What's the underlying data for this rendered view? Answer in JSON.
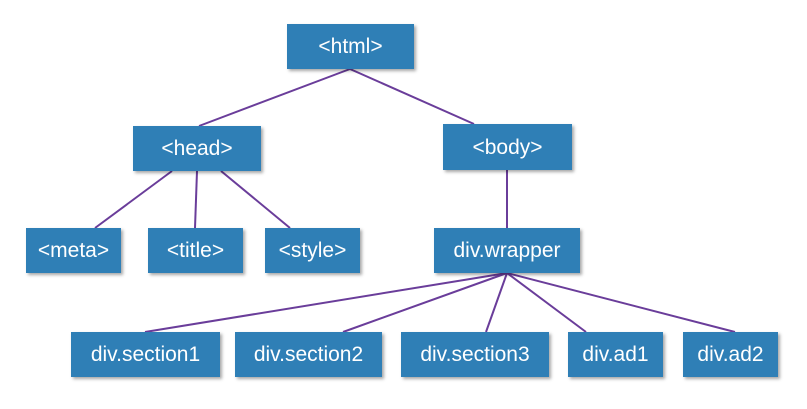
{
  "colors": {
    "node_fill": "#2f7fb6",
    "node_text": "#ffffff",
    "edge": "#6a3d9a"
  },
  "nodes": {
    "html": "<html>",
    "head": "<head>",
    "body": "<body>",
    "meta": "<meta>",
    "title": "<title>",
    "style": "<style>",
    "wrapper": "div.wrapper",
    "section1": "div.section1",
    "section2": "div.section2",
    "section3": "div.section3",
    "ad1": "div.ad1",
    "ad2": "div.ad2"
  },
  "edges": [
    [
      "html",
      "head"
    ],
    [
      "html",
      "body"
    ],
    [
      "head",
      "meta"
    ],
    [
      "head",
      "title"
    ],
    [
      "head",
      "style"
    ],
    [
      "body",
      "wrapper"
    ],
    [
      "wrapper",
      "section1"
    ],
    [
      "wrapper",
      "section2"
    ],
    [
      "wrapper",
      "section3"
    ],
    [
      "wrapper",
      "ad1"
    ],
    [
      "wrapper",
      "ad2"
    ]
  ]
}
